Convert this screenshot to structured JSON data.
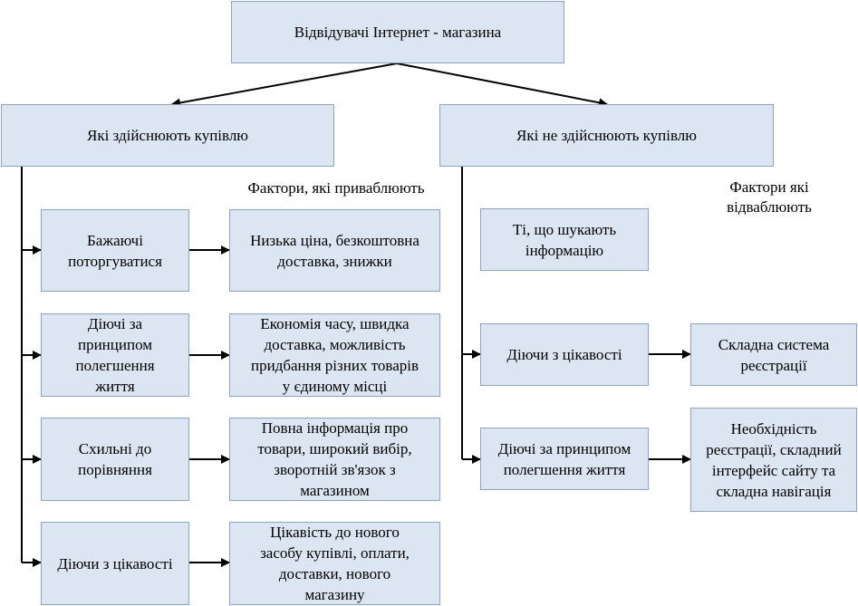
{
  "root": "Відвідувачі Інтернет - магазина",
  "buyers": {
    "title": "Які здійснюють купівлю",
    "factors_label": "Фактори, які приваблюють",
    "rows": [
      {
        "type": "Бажаючі\nпоторгуватися",
        "factor": "Низька ціна, безкоштовна\nдоставка, знижки"
      },
      {
        "type": "Діючі за\nпринципом\nполегшення\nжиття",
        "factor": "Економія часу, швидка\nдоставка, можливість\nпридбання різних товарів\nу єдиному місці"
      },
      {
        "type": "Схильні до\nпорівняння",
        "factor": "Повна інформація про\nтовари, широкий вибір,\nзворотній зв'язок з\nмагазином"
      },
      {
        "type": "Діючи з цікавості",
        "factor": "Цікавість до нового\nзасобу купівлі, оплати,\nдоставки, нового\nмагазину"
      }
    ]
  },
  "nonbuyers": {
    "title": "Які не здійснюють купівлю",
    "factors_label": "Фактори які\nвідваблюють",
    "info_seekers": "Ті, що шукають\nінформацію",
    "rows": [
      {
        "type": "Діючи з цікавості",
        "factor": "Складна система\nреєстрації"
      },
      {
        "type": "Діючі за принципом\nполегшення життя",
        "factor": "Необхідність\nреєстрації, складний\nінтерфейс сайту та\nскладна навігація"
      }
    ]
  }
}
